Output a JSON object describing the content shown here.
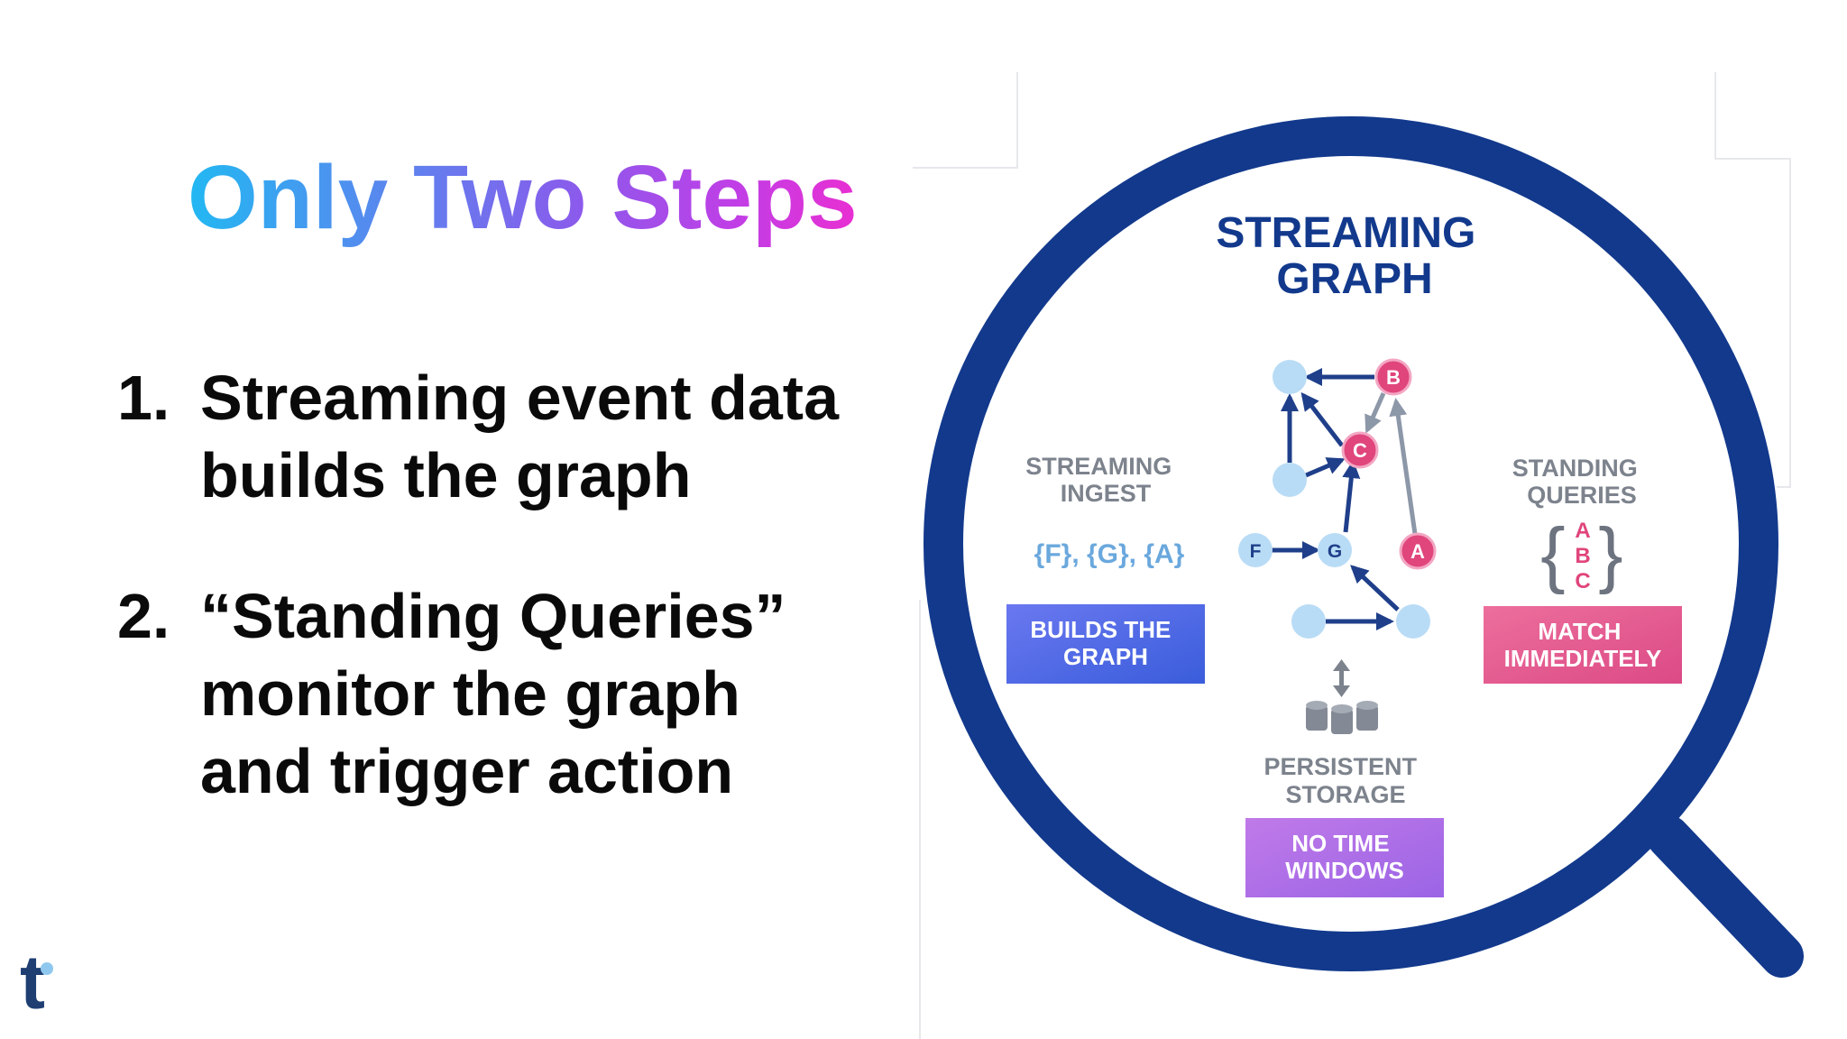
{
  "slide": {
    "title": "Only Two Steps",
    "steps": [
      {
        "number": "1.",
        "lines": [
          "Streaming event data",
          "builds the graph"
        ]
      },
      {
        "number": "2.",
        "lines": [
          "“Standing Queries”",
          "monitor the graph",
          "and trigger action"
        ]
      }
    ]
  },
  "brand": {
    "logo_letter": "t",
    "logo_color": "#1f3f73",
    "logo_dot_color": "#8fc8ee"
  },
  "diagram": {
    "title_lines": [
      "STREAMING",
      "GRAPH"
    ],
    "lens_color": "#12398c",
    "left": {
      "heading_lines": [
        "STREAMING",
        "INGEST"
      ],
      "events": [
        " {F}, {G}, {A}"
      ],
      "button_lines": [
        "BUILDS THE",
        "GRAPH"
      ]
    },
    "right": {
      "heading_lines": [
        "STANDING",
        "QUERIES"
      ],
      "query_letters": [
        "A",
        "B",
        "C"
      ],
      "button_lines": [
        "MATCH",
        "IMMEDIATELY"
      ]
    },
    "bottom": {
      "heading_lines": [
        "PERSISTENT",
        "STORAGE"
      ],
      "button_lines": [
        "NO TIME",
        "WINDOWS"
      ]
    },
    "node_labels": {
      "b": "B",
      "c": "C",
      "f": "F",
      "g": "G",
      "a": "A"
    },
    "colors": {
      "node_blue": "#b9dcf6",
      "node_pink": "#e0457b",
      "arrow_blue": "#1f3f8a",
      "arrow_gray": "#8c97a8",
      "heading_gray": "#7d838d"
    }
  }
}
